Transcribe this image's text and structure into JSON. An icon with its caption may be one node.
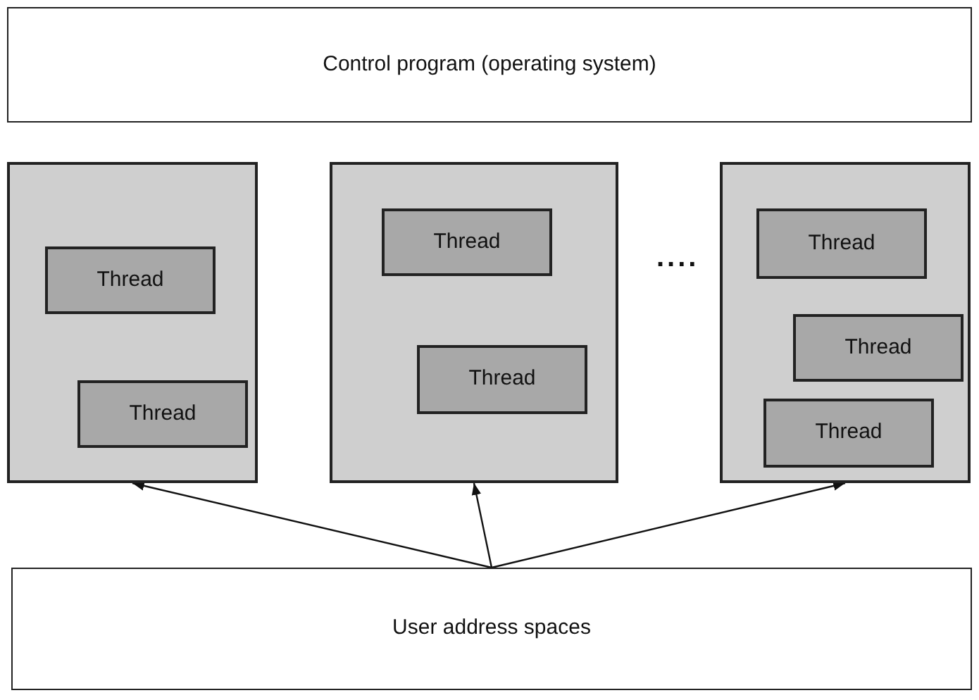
{
  "diagram": {
    "nodes": [
      {
        "text": [
          "Control program (operating system)"
        ]
      },
      {
        "text": [],
        "shape": "box"
      },
      {
        "text": [
          "Thread"
        ],
        "in": 1
      },
      {
        "text": [
          "Thread"
        ],
        "in": 1
      },
      {
        "text": [],
        "shape": "box"
      },
      {
        "text": [
          "Thread"
        ],
        "in": 4
      },
      {
        "text": [
          "Thread"
        ],
        "in": 4
      },
      {
        "text": [],
        "shape": "box"
      },
      {
        "text": [
          "Thread"
        ],
        "in": 7
      },
      {
        "text": [
          "Thread"
        ],
        "in": 7
      },
      {
        "text": [
          "Thread"
        ],
        "in": 7
      },
      {
        "text": [
          "User address spaces"
        ]
      }
    ],
    "edges": [
      {
        "from": 11,
        "to": 1,
        "arrow": "to"
      },
      {
        "from": 11,
        "to": 4,
        "arrow": "to"
      },
      {
        "from": 11,
        "to": 7,
        "arrow": "to"
      }
    ],
    "labels": [
      "...."
    ]
  }
}
